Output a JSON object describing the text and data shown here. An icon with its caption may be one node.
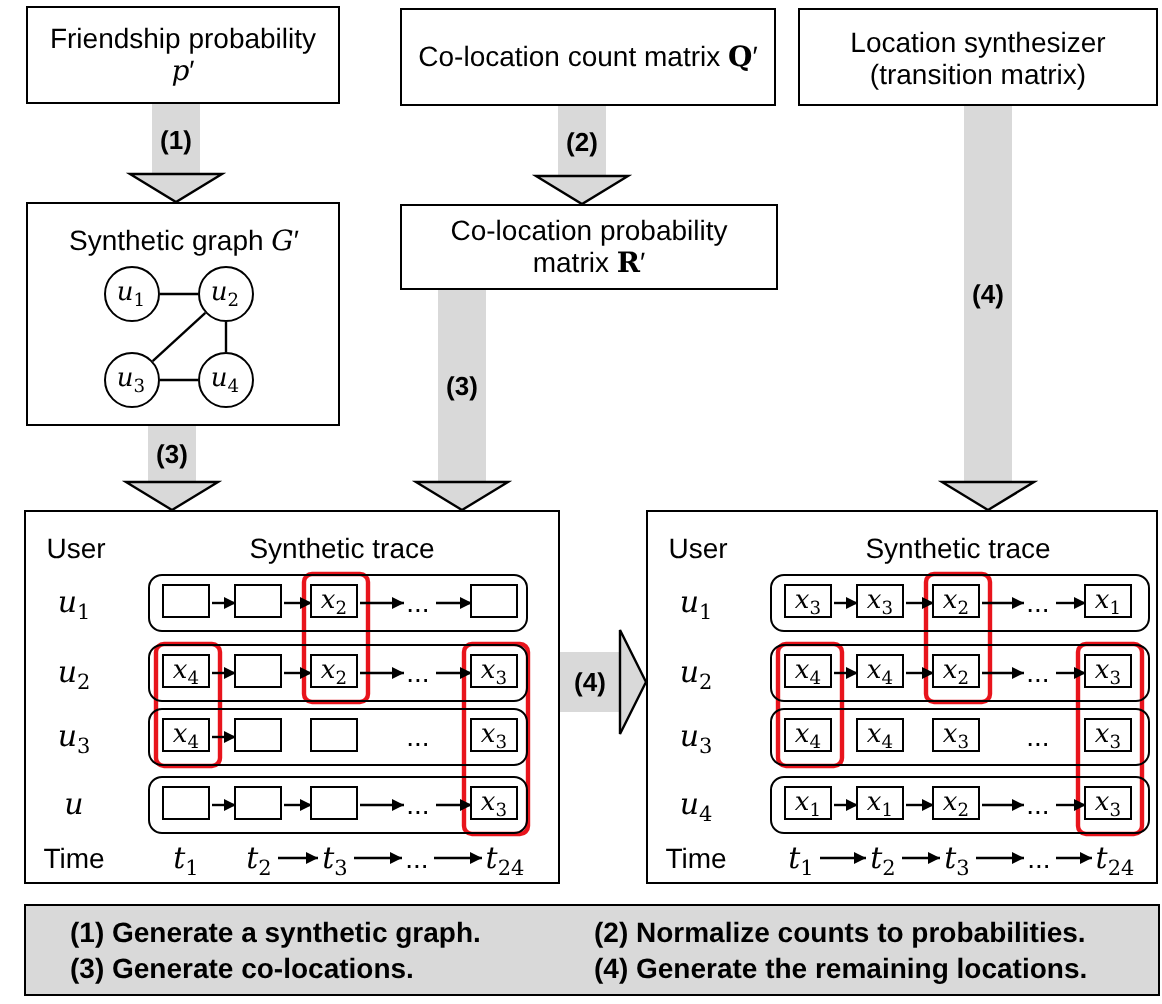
{
  "diagram": {
    "nodes": [
      {
        "text": [
          "Friendship probability *p*′"
        ]
      },
      {
        "text": [
          "Co-location count matrix **Q**′"
        ]
      },
      {
        "text": [
          "Location synthesizer (transition matrix)"
        ]
      },
      {
        "text": [
          "Synthetic graph *G*′"
        ]
      },
      {
        "text": [
          "*u*$_{1}$"
        ],
        "in": 3
      },
      {
        "text": [
          "*u*$_{2}$"
        ],
        "in": 3
      },
      {
        "text": [
          "*u*$_{3}$"
        ],
        "in": 3
      },
      {
        "text": [
          "*u*$_{4}$"
        ],
        "in": 3
      },
      {
        "text": [
          "Co-location probability matrix **R**′"
        ]
      },
      {
        "text": [
          "User",
          "Synthetic trace"
        ]
      },
      {
        "text": [],
        "shape": "box",
        "in": 9
      },
      {
        "text": [],
        "shape": "box",
        "in": 10
      },
      {
        "text": [],
        "shape": "box",
        "in": 10
      },
      {
        "text": [
          "*x*$_{2}$"
        ],
        "in": 10
      },
      {
        "text": [
          "..."
        ],
        "in": 10
      },
      {
        "text": [],
        "shape": "box",
        "in": 10
      },
      {
        "text": [],
        "shape": "box",
        "in": 9
      },
      {
        "text": [
          "*x*$_{4}$"
        ],
        "in": 16
      },
      {
        "text": [],
        "shape": "box",
        "in": 16
      },
      {
        "text": [
          "*x*$_{2}$"
        ],
        "in": 16
      },
      {
        "text": [
          "..."
        ],
        "in": 16
      },
      {
        "text": [
          "*x*$_{3}$"
        ],
        "in": 16
      },
      {
        "text": [],
        "shape": "box",
        "in": 9
      },
      {
        "text": [
          "*x*$_{4}$"
        ],
        "in": 22
      },
      {
        "text": [],
        "shape": "box",
        "in": 22
      },
      {
        "text": [],
        "shape": "box",
        "in": 22
      },
      {
        "text": [
          "..."
        ],
        "in": 22
      },
      {
        "text": [
          "*x*$_{3}$"
        ],
        "in": 22
      },
      {
        "text": [],
        "shape": "box",
        "in": 9
      },
      {
        "text": [],
        "shape": "box",
        "in": 28
      },
      {
        "text": [],
        "shape": "box",
        "in": 28
      },
      {
        "text": [],
        "shape": "box",
        "in": 28
      },
      {
        "text": [
          "..."
        ],
        "in": 28
      },
      {
        "text": [
          "*x*$_{3}$"
        ],
        "in": 28
      },
      {
        "text": [
          "*t*$_{2}$"
        ],
        "in": 9
      },
      {
        "text": [
          "*t*$_{3}$"
        ],
        "in": 9
      },
      {
        "text": [
          "..."
        ],
        "in": 9
      },
      {
        "text": [
          "*t*$_{24}$"
        ],
        "in": 9
      },
      {
        "text": [
          "User",
          "Synthetic trace"
        ]
      },
      {
        "text": [],
        "shape": "box",
        "in": 38
      },
      {
        "text": [
          "*x*$_{3}$"
        ],
        "in": 39
      },
      {
        "text": [
          "*x*$_{3}$"
        ],
        "in": 39
      },
      {
        "text": [
          "*x*$_{2}$"
        ],
        "in": 39
      },
      {
        "text": [
          "..."
        ],
        "in": 39
      },
      {
        "text": [
          "*x*$_{1}$"
        ],
        "in": 39
      },
      {
        "text": [],
        "shape": "box",
        "in": 38
      },
      {
        "text": [
          "*x*$_{4}$"
        ],
        "in": 45
      },
      {
        "text": [
          "*x*$_{4}$"
        ],
        "in": 45
      },
      {
        "text": [
          "*x*$_{2}$"
        ],
        "in": 45
      },
      {
        "text": [
          "..."
        ],
        "in": 45
      },
      {
        "text": [
          "*x*$_{3}$"
        ],
        "in": 45
      },
      {
        "text": [],
        "shape": "box",
        "in": 38
      },
      {
        "text": [
          "*x*$_{4}$"
        ],
        "in": 51
      },
      {
        "text": [
          "*x*$_{4}$"
        ],
        "in": 51
      },
      {
        "text": [
          "*x*$_{3}$"
        ],
        "in": 51
      },
      {
        "text": [
          "..."
        ],
        "in": 51
      },
      {
        "text": [
          "*x*$_{3}$"
        ],
        "in": 51
      },
      {
        "text": [],
        "shape": "box",
        "in": 38
      },
      {
        "text": [
          "*x*$_{1}$"
        ],
        "in": 57
      },
      {
        "text": [
          "*x*$_{1}$"
        ],
        "in": 57
      },
      {
        "text": [
          "*x*$_{2}$"
        ],
        "in": 57
      },
      {
        "text": [
          "..."
        ],
        "in": 57
      },
      {
        "text": [
          "*x*$_{3}$"
        ],
        "in": 57
      },
      {
        "text": [
          "*t*$_{1}$"
        ],
        "in": 38
      },
      {
        "text": [
          "*t*$_{2}$"
        ],
        "in": 38
      },
      {
        "text": [
          "*t*$_{3}$"
        ],
        "in": 38
      },
      {
        "text": [
          "..."
        ],
        "in": 38
      },
      {
        "text": [
          "*t*$_{24}$"
        ],
        "in": 38
      },
      {
        "text": [
          "(1) Generate a synthetic graph.",
          "(2) Normalize counts to probabilities.",
          "(3) Generate co-locations.",
          "(4) Generate the remaining locations."
        ]
      }
    ],
    "edges": [
      {
        "from": 0,
        "to": 3,
        "arrow": "to",
        "label": "(1)",
        "style": "thick",
        "color": "#d9d9d9"
      },
      {
        "from": 1,
        "to": 8,
        "arrow": "to",
        "label": "(2)",
        "style": "thick",
        "color": "#d9d9d9"
      },
      {
        "from": 4,
        "to": 5,
        "arrow": "none"
      },
      {
        "from": 5,
        "to": 6,
        "arrow": "none"
      },
      {
        "from": 5,
        "to": 7,
        "arrow": "none"
      },
      {
        "from": 6,
        "to": 7,
        "arrow": "none"
      },
      {
        "from": 3,
        "to": 9,
        "arrow": "to",
        "label": "(3)",
        "style": "thick",
        "color": "#d9d9d9"
      },
      {
        "from": 8,
        "to": 9,
        "arrow": "to",
        "label": "(3)",
        "style": "thick",
        "color": "#d9d9d9"
      },
      {
        "from": 2,
        "to": 38,
        "arrow": "to",
        "label": "(4)",
        "style": "thick",
        "color": "#d9d9d9"
      },
      {
        "from": 9,
        "to": 38,
        "arrow": "to",
        "label": "(4)",
        "style": "thick",
        "color": "#d9d9d9"
      },
      {
        "from": 11,
        "to": 12,
        "arrow": "to"
      },
      {
        "from": 12,
        "to": 13,
        "arrow": "to"
      },
      {
        "from": 13,
        "to": 14,
        "arrow": "to"
      },
      {
        "from": 14,
        "to": 15,
        "arrow": "to"
      },
      {
        "from": 17,
        "to": 18,
        "arrow": "to"
      },
      {
        "from": 18,
        "to": 19,
        "arrow": "to"
      },
      {
        "from": 19,
        "to": 20,
        "arrow": "to"
      },
      {
        "from": 20,
        "to": 21,
        "arrow": "to"
      },
      {
        "from": 23,
        "to": 24,
        "arrow": "to"
      },
      {
        "from": 29,
        "to": 30,
        "arrow": "to"
      },
      {
        "from": 30,
        "to": 31,
        "arrow": "to"
      },
      {
        "from": 31,
        "to": 32,
        "arrow": "to"
      },
      {
        "from": 32,
        "to": 33,
        "arrow": "to"
      },
      {
        "from": 34,
        "to": 35,
        "arrow": "to"
      },
      {
        "from": 35,
        "to": 36,
        "arrow": "to"
      },
      {
        "from": 36,
        "to": 37,
        "arrow": "to"
      },
      {
        "from": 40,
        "to": 41,
        "arrow": "to"
      },
      {
        "from": 41,
        "to": 42,
        "arrow": "to"
      },
      {
        "from": 42,
        "to": 43,
        "arrow": "to"
      },
      {
        "from": 43,
        "to": 44,
        "arrow": "to"
      },
      {
        "from": 46,
        "to": 47,
        "arrow": "to"
      },
      {
        "from": 47,
        "to": 48,
        "arrow": "to"
      },
      {
        "from": 48,
        "to": 49,
        "arrow": "to"
      },
      {
        "from": 49,
        "to": 50,
        "arrow": "to"
      },
      {
        "from": 58,
        "to": 59,
        "arrow": "to"
      },
      {
        "from": 59,
        "to": 60,
        "arrow": "to"
      },
      {
        "from": 60,
        "to": 61,
        "arrow": "to"
      },
      {
        "from": 61,
        "to": 62,
        "arrow": "to"
      },
      {
        "from": 63,
        "to": 64,
        "arrow": "to"
      },
      {
        "from": 64,
        "to": 65,
        "arrow": "to"
      },
      {
        "from": 65,
        "to": 66,
        "arrow": "to"
      },
      {
        "from": 66,
        "to": 67,
        "arrow": "to"
      }
    ],
    "labels": [
      "*u*$_{1}$",
      "*u*$_{2}$",
      "*u*$_{3}$",
      "*u*",
      "Time",
      "*t*$_{1}$",
      "*u*$_{1}$",
      "*u*$_{2}$",
      "*u*$_{3}$",
      "*u*$_{4}$",
      "Time"
    ]
  }
}
